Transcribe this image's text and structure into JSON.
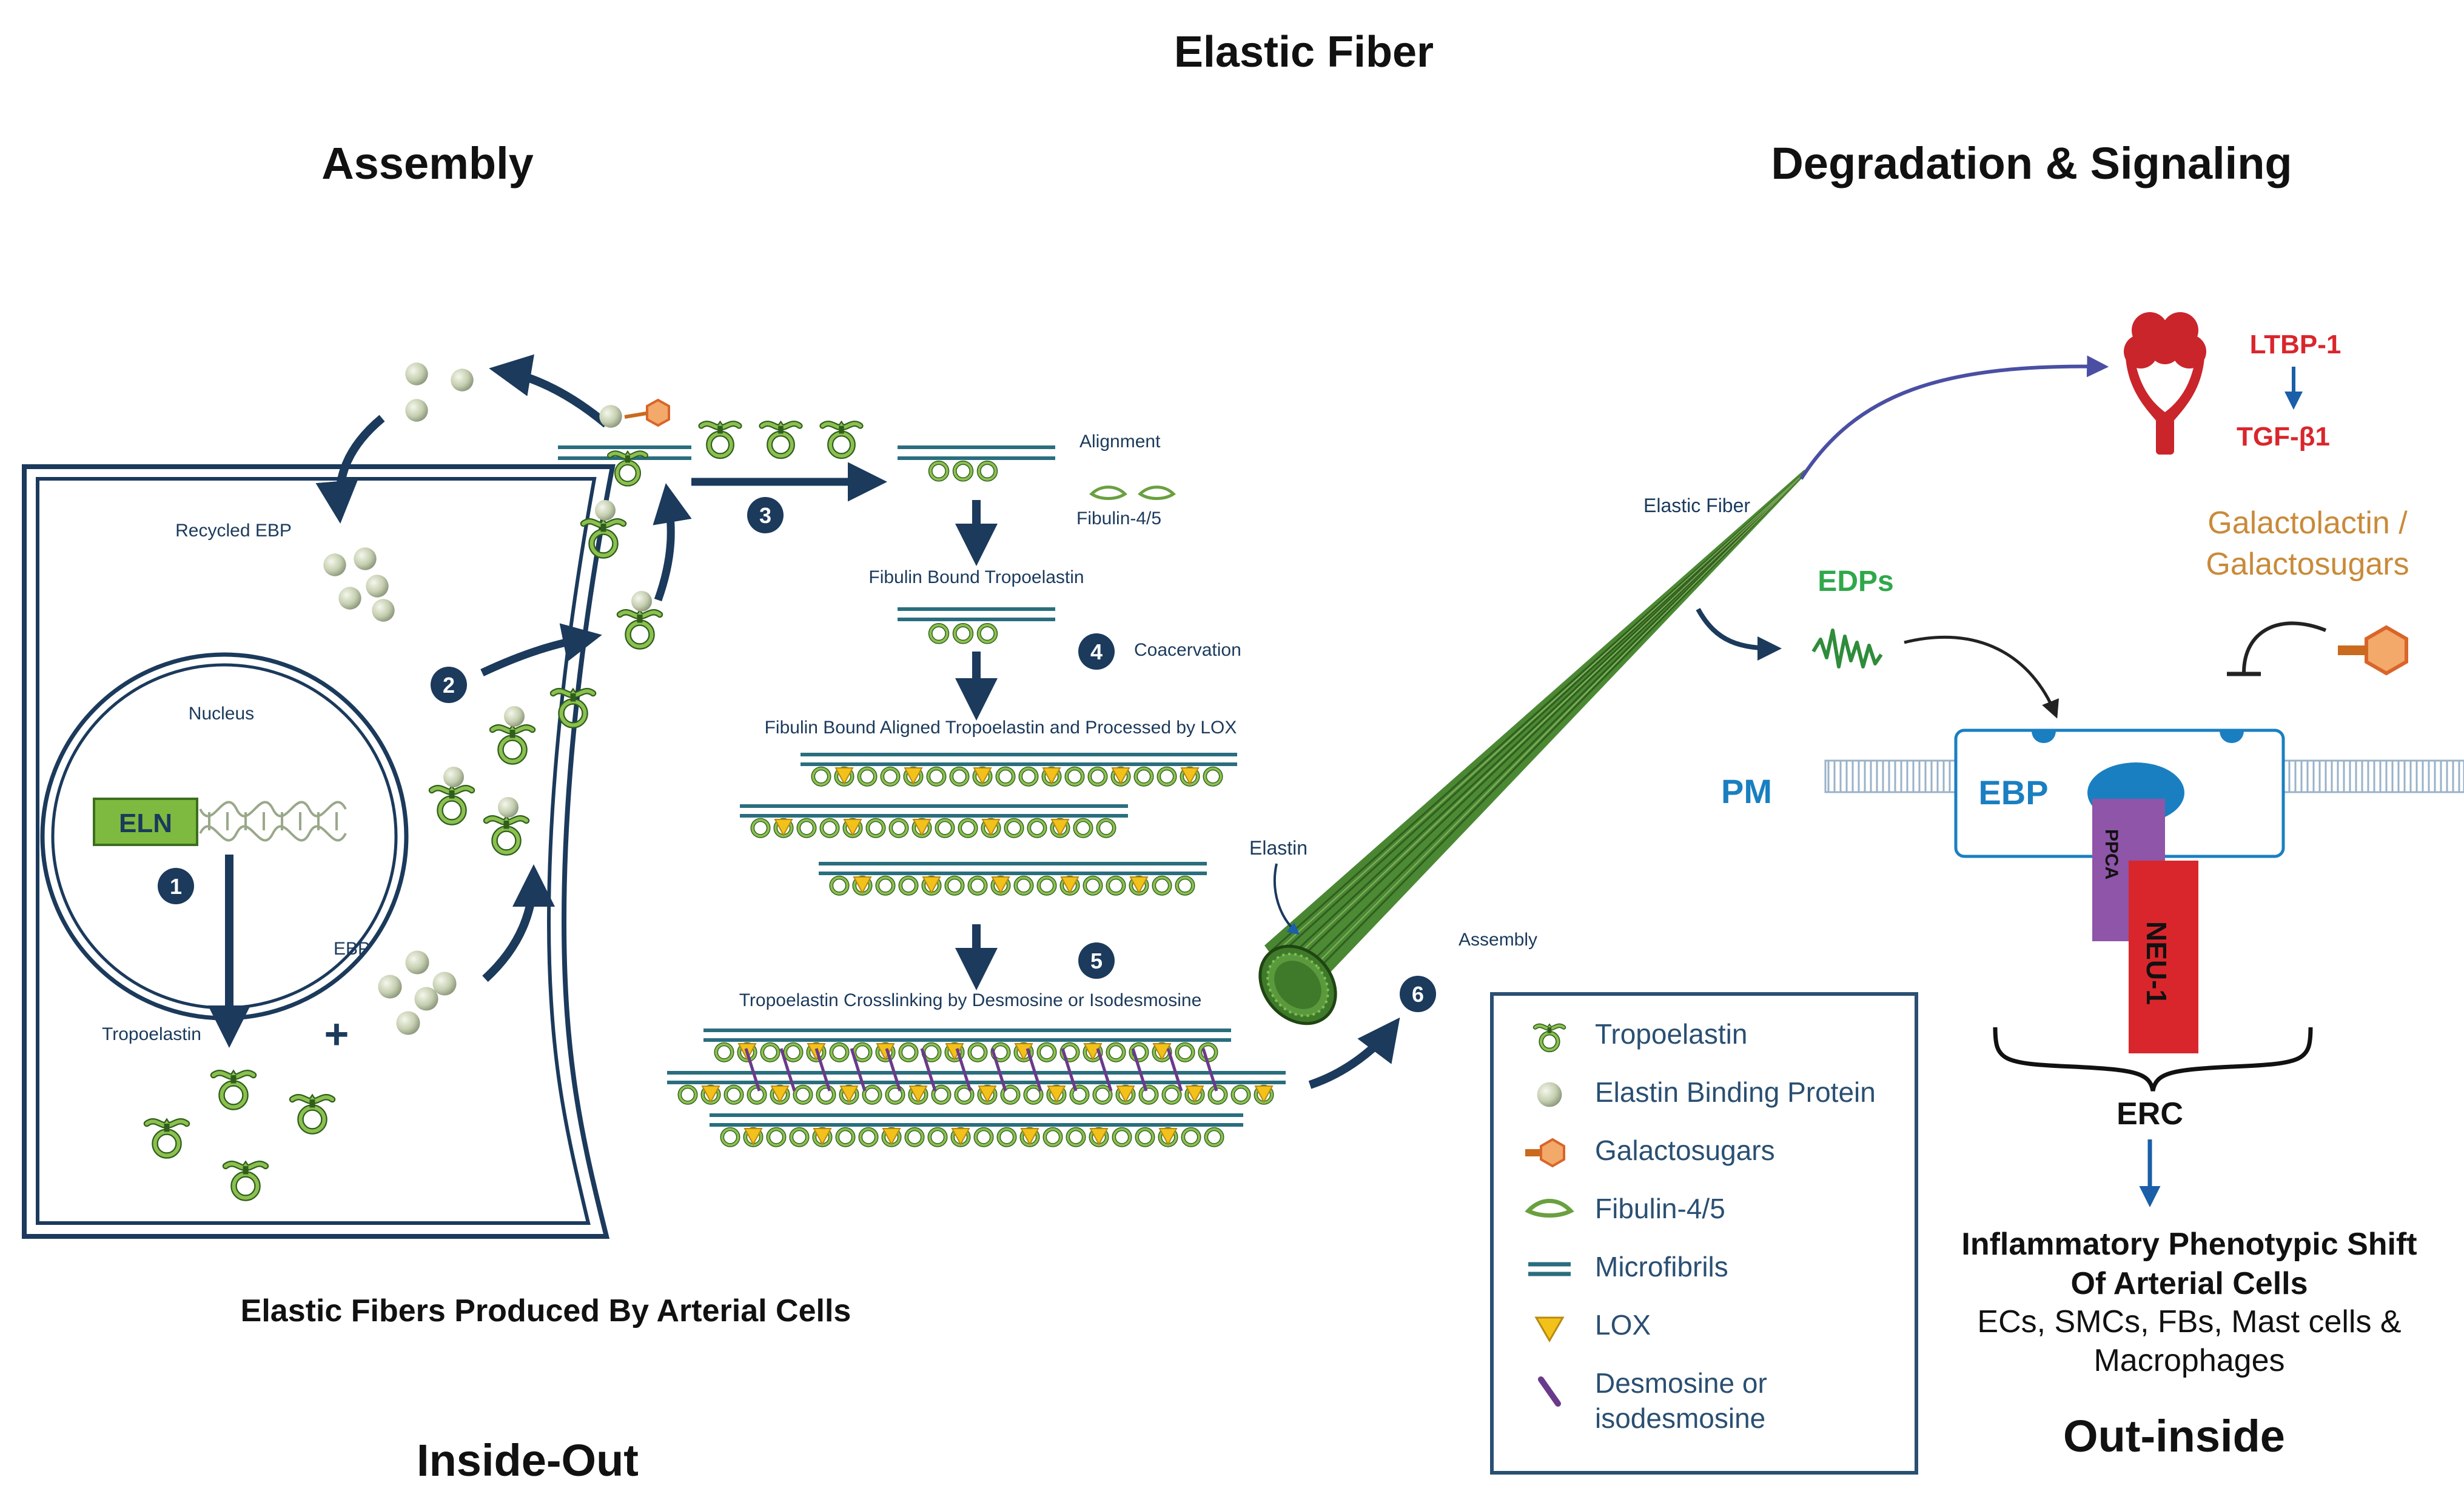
{
  "titles": {
    "main": "Elastic Fiber",
    "assembly": "Assembly",
    "degradation": "Degradation & Signaling",
    "inside_out": "Inside-Out",
    "out_inside": "Out-inside",
    "produced_by": "Elastic Fibers Produced By Arterial Cells"
  },
  "cell": {
    "nucleus": "Nucleus",
    "eln": "ELN",
    "ebp": "EBP",
    "tropoelastin": "Tropoelastin",
    "recycled_ebp": "Recycled EBP",
    "plus": "+"
  },
  "steps": {
    "s1": "1",
    "s2": "2",
    "s3": "3",
    "s4": "4",
    "s5": "5",
    "s6": "6"
  },
  "assembly_labels": {
    "alignment": "Alignment",
    "fibulin": "Fibulin-4/5",
    "fibulin_bound": "Fibulin Bound Tropoelastin",
    "coacervation": "Coacervation",
    "aligned_lox": "Fibulin Bound Aligned Tropoelastin and Processed by LOX",
    "crosslinking": "Tropoelastin Crosslinking by Desmosine or Isodesmosine"
  },
  "fiber_labels": {
    "elastic_fiber": "Elastic Fiber",
    "elastin": "Elastin",
    "assembly": "Assembly"
  },
  "legend": [
    {
      "key": "tropoelastin",
      "label": "Tropoelastin"
    },
    {
      "key": "ebp",
      "label": "Elastin Binding Protein"
    },
    {
      "key": "galactosugars",
      "label": "Galactosugars"
    },
    {
      "key": "fibulin",
      "label": "Fibulin-4/5"
    },
    {
      "key": "microfibrils",
      "label": "Microfibrils"
    },
    {
      "key": "lox",
      "label": "LOX"
    },
    {
      "key": "desmosine",
      "label": "Desmosine or",
      "label2": "isodesmosine"
    }
  ],
  "signaling": {
    "ltbp": "LTBP-1",
    "tgf": "TGF-β1",
    "galactolactin1": "Galactolactin /",
    "galactolactin2": "Galactosugars",
    "edps": "EDPs",
    "pm": "PM",
    "ebp": "EBP",
    "ppca": "PPCA",
    "neu": "NEU-1",
    "erc": "ERC",
    "shift1": "Inflammatory Phenotypic Shift",
    "shift2": "Of Arterial Cells",
    "cells1": "ECs, SMCs, FBs, Mast cells &",
    "cells2": "Macrophages"
  },
  "colors": {
    "navy": "#1b3a5c",
    "green": "#72a640",
    "dark_green": "#2f5e1c",
    "fiber_green": "#3f7a2a",
    "teal": "#2a6e7e",
    "lox_yellow": "#f2c21b",
    "orange": "#e07a2a",
    "red": "#c9252b",
    "blue": "#1a7fc1",
    "purple": "#8e55a8",
    "tan": "#c98a3a"
  }
}
